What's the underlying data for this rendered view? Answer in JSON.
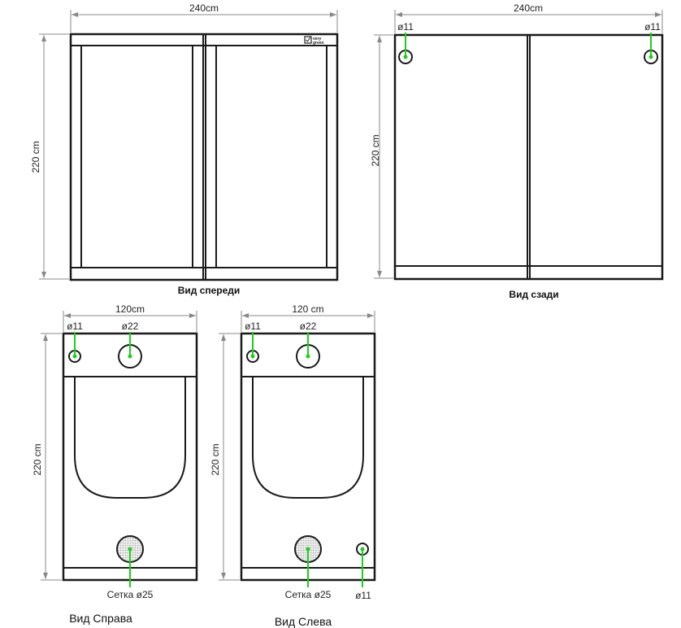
{
  "front": {
    "width": "240cm",
    "height": "220 cm",
    "caption": "Вид спереди",
    "logo": "very green"
  },
  "back": {
    "width": "240cm",
    "height": "220 cm",
    "caption": "Вид сзади",
    "hole_left": "ø11",
    "hole_right": "ø11"
  },
  "right": {
    "width": "120cm",
    "height": "220 cm",
    "caption": "Вид Справа",
    "hole_small": "ø11",
    "hole_large": "ø22",
    "mesh": "Сетка ø25"
  },
  "left": {
    "width": "120 cm",
    "height": "220 cm",
    "caption": "Вид Слева",
    "hole_small": "ø11",
    "hole_large": "ø22",
    "mesh": "Сетка ø25",
    "hole_bottom": "ø11"
  },
  "colors": {
    "marker": "#1bd01b",
    "outline": "#1a1a1a"
  }
}
